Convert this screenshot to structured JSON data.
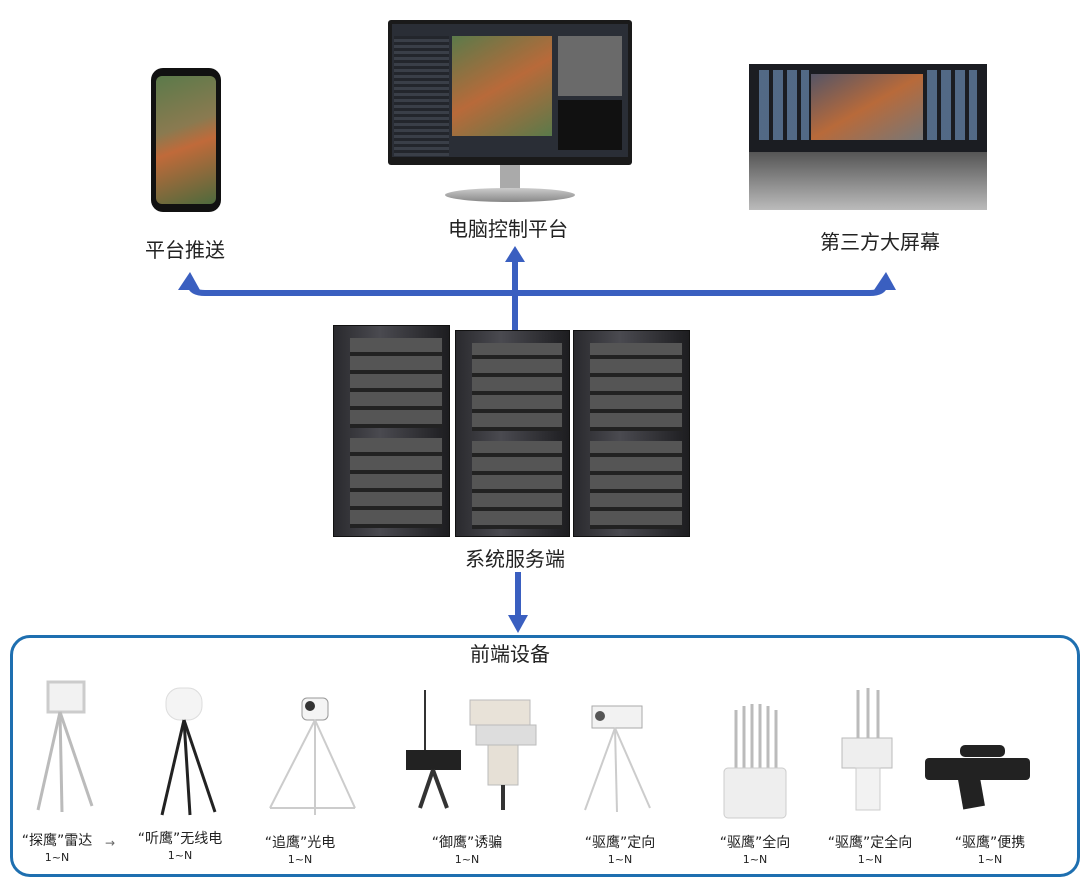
{
  "top_nodes": {
    "phone_label": "平台推送",
    "pc_label": "电脑控制平台",
    "screen_label": "第三方大屏幕"
  },
  "server_label": "系统服务端",
  "frontend": {
    "title": "前端设备",
    "devices": [
      {
        "name": "“探鹰”雷达",
        "count": "1~N"
      },
      {
        "name": "“听鹰”无线电",
        "count": "1~N"
      },
      {
        "name": "“追鹰”光电",
        "count": "1~N"
      },
      {
        "name": "“御鹰”诱骗",
        "count": "1~N"
      },
      {
        "name": "“驱鹰”定向",
        "count": "1~N"
      },
      {
        "name": "“驱鹰”全向",
        "count": "1~N"
      },
      {
        "name": "“驱鹰”定全向",
        "count": "1~N"
      },
      {
        "name": "“驱鹰”便携",
        "count": "1~N"
      }
    ]
  },
  "colors": {
    "arrow": "#3a5fc0",
    "frame": "#1e6fb0"
  }
}
